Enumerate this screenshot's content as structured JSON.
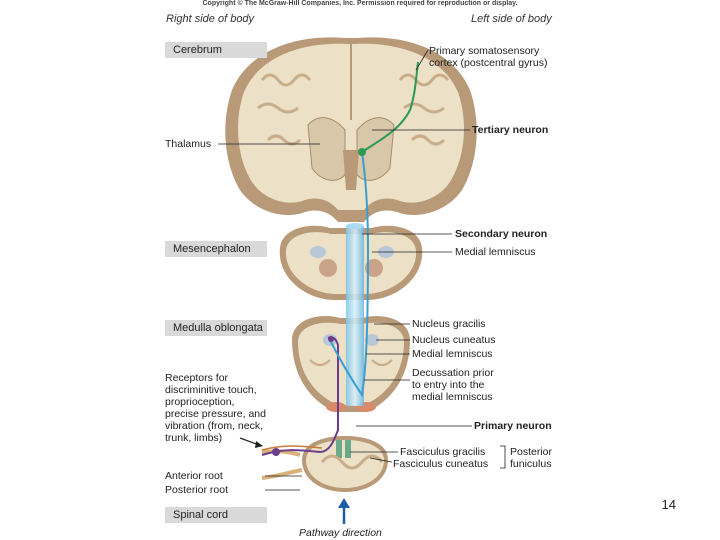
{
  "copyright": "Copyright © The McGraw-Hill Companies, Inc. Permission required for reproduction or display.",
  "orientation": {
    "right_side": "Right side of body",
    "left_side": "Left side of body"
  },
  "sections": {
    "cerebrum": "Cerebrum",
    "mesencephalon": "Mesencephalon",
    "medulla": "Medulla oblongata",
    "spinal_cord": "Spinal cord"
  },
  "labels": {
    "thalamus": "Thalamus",
    "somatosensory_1": "Primary somatosensory",
    "somatosensory_2": "cortex (postcentral gyrus)",
    "tertiary": "Tertiary neuron",
    "secondary": "Secondary neuron",
    "medial_lemniscus_1": "Medial lemniscus",
    "nucleus_gracilis": "Nucleus gracilis",
    "nucleus_cuneatus": "Nucleus cuneatus",
    "medial_lemniscus_2": "Medial lemniscus",
    "decussation_1": "Decussation prior",
    "decussation_2": "to entry into the",
    "decussation_3": "medial lemniscus",
    "primary": "Primary neuron",
    "fasciculus_gracilis": "Fasciculus gracilis",
    "fasciculus_cuneatus": "Fasciculus cuneatus",
    "posterior_funiculus_1": "Posterior",
    "posterior_funiculus_2": "funiculus",
    "receptors_1": "Receptors for",
    "receptors_2": "discriminitive touch,",
    "receptors_3": "proprioception,",
    "receptors_4": "precise pressure, and",
    "receptors_5": "vibration (from, neck,",
    "receptors_6": "trunk, limbs)",
    "anterior_root": "Anterior root",
    "posterior_root": "Posterior root",
    "pathway": "Pathway direction"
  },
  "page_number": "14",
  "colors": {
    "tissue": "#e9dcc0",
    "cortex_edge": "#b89a78",
    "tertiary_neuron": "#2a9a55",
    "secondary_neuron": "#3a9fd0",
    "primary_neuron": "#6b3d8a",
    "arrow": "#1a5fa0"
  }
}
